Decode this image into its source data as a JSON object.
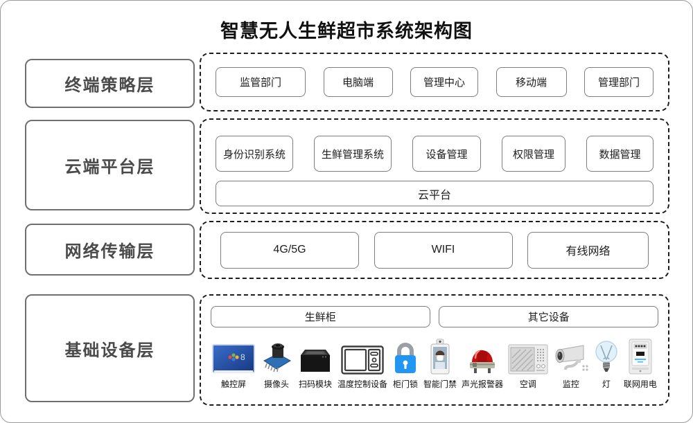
{
  "title": "智慧无人生鲜超市系统架构图",
  "layers": {
    "terminal": {
      "label": "终端策略层",
      "items": [
        "监管部门",
        "电脑端",
        "管理中心",
        "移动端",
        "管理部门"
      ]
    },
    "cloud": {
      "label": "云端平台层",
      "items": [
        "身份识别系统",
        "生鲜管理系统",
        "设备管理",
        "权限管理",
        "数据管理"
      ],
      "platform": "云平台"
    },
    "network": {
      "label": "网络传输层",
      "items": [
        "4G/5G",
        "WIFI",
        "有线网络"
      ]
    },
    "device": {
      "label": "基础设备层",
      "groups": [
        "生鲜柜",
        "其它设备"
      ],
      "devices": [
        {
          "icon": "touchscreen-icon",
          "label": "触控屏"
        },
        {
          "icon": "camera-module-icon",
          "label": "摄像头"
        },
        {
          "icon": "scanner-module-icon",
          "label": "扫码模块"
        },
        {
          "icon": "temperature-controller-icon",
          "label": "温度控制设备"
        },
        {
          "icon": "cabinet-lock-icon",
          "label": "柜门锁"
        },
        {
          "icon": "smart-access-icon",
          "label": "智能门禁"
        },
        {
          "icon": "alarm-beacon-icon",
          "label": "声光报警器"
        },
        {
          "icon": "air-conditioner-icon",
          "label": "空调"
        },
        {
          "icon": "cctv-camera-icon",
          "label": "监控"
        },
        {
          "icon": "light-bulb-icon",
          "label": "灯"
        },
        {
          "icon": "power-meter-icon",
          "label": "联网用电"
        }
      ]
    }
  },
  "colors": {
    "dashed_border": "#1c1c1c",
    "solid_border": "#7d7d7d",
    "label_text": "#4a4a4a",
    "screen_blue": "#2b5bb7",
    "lock_blue": "#2196f3",
    "beacon_red": "#c40f0f"
  }
}
